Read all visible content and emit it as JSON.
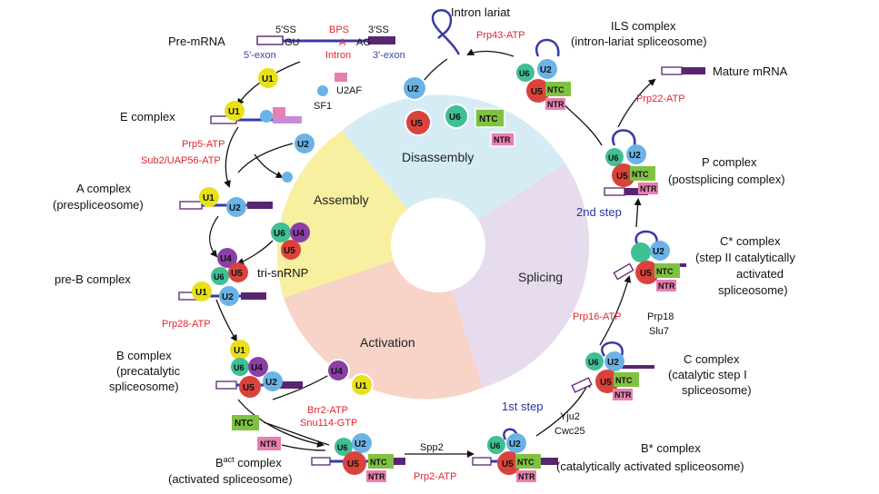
{
  "colors": {
    "U1": "#e8e018",
    "U2": "#6bb3e6",
    "U4": "#8a3fa6",
    "U5": "#d9433b",
    "U6": "#3fbf94",
    "NTC": "#7fc241",
    "NTR": "#e87fb0",
    "intron": "#3a3aa8",
    "exon3": "#5a2570",
    "red_text": "#e0262f",
    "assembly": "#f6f0a0",
    "disassembly": "#d6ecf5",
    "splicing": "#e6dcee",
    "activation": "#f7d3c8"
  },
  "sectors": {
    "assembly": "Assembly",
    "disassembly": "Disassembly",
    "splicing": "Splicing",
    "activation": "Activation"
  },
  "complexes": {
    "pre_mrna": "Pre-mRNA",
    "e": "E complex",
    "a1": "A complex",
    "a2": "(prespliceosome)",
    "pre_b": "pre-B complex",
    "b1": "B complex",
    "b2": "(precatalytic",
    "b3": "spliceosome)",
    "bact_b": "B",
    "bact_sup": "act",
    "bact_rest": " complex",
    "bact2": "(activated spliceosome)",
    "bstar1": "B* complex",
    "bstar2": "(catalytically activated spliceosome)",
    "c1": "C complex",
    "c2": "(catalytic step I",
    "c3": "spliceosome)",
    "cstar1": "C* complex",
    "cstar2": "(step II catalytically",
    "cstar3": "activated",
    "cstar4": "spliceosome)",
    "p1": "P complex",
    "p2": "(postsplicing complex)",
    "mature": "Mature mRNA",
    "ils1": "ILS complex",
    "ils2": "(intron-lariat spliceosome)",
    "lariat": "Intron lariat",
    "tri": "tri-snRNP"
  },
  "factors": {
    "prp5": "Prp5-ATP",
    "sub2": "Sub2/UAP56-ATP",
    "prp28": "Prp28-ATP",
    "brr2": "Brr2-ATP",
    "snu114": "Snu114-GTP",
    "prp2": "Prp2-ATP",
    "spp2": "Spp2",
    "yju2": "Yju2",
    "cwc25": "Cwc25",
    "prp16": "Prp16-ATP",
    "prp18": "Prp18",
    "slu7": "Slu7",
    "prp22": "Prp22-ATP",
    "prp43": "Prp43-ATP",
    "u2af": "U2AF",
    "sf1": "SF1"
  },
  "steps": {
    "first": "1st step",
    "second": "2nd step"
  },
  "premrna": {
    "ss5": "5′SS",
    "bps": "BPS",
    "ss3": "3′SS",
    "gu": "GU",
    "a": "A",
    "ag": "AG",
    "exon5": "5′-exon",
    "intron": "Intron",
    "exon3": "3′-exon"
  },
  "particles": {
    "U1": "U1",
    "U2": "U2",
    "U4": "U4",
    "U5": "U5",
    "U6": "U6",
    "NTC": "NTC",
    "NTR": "NTR"
  }
}
